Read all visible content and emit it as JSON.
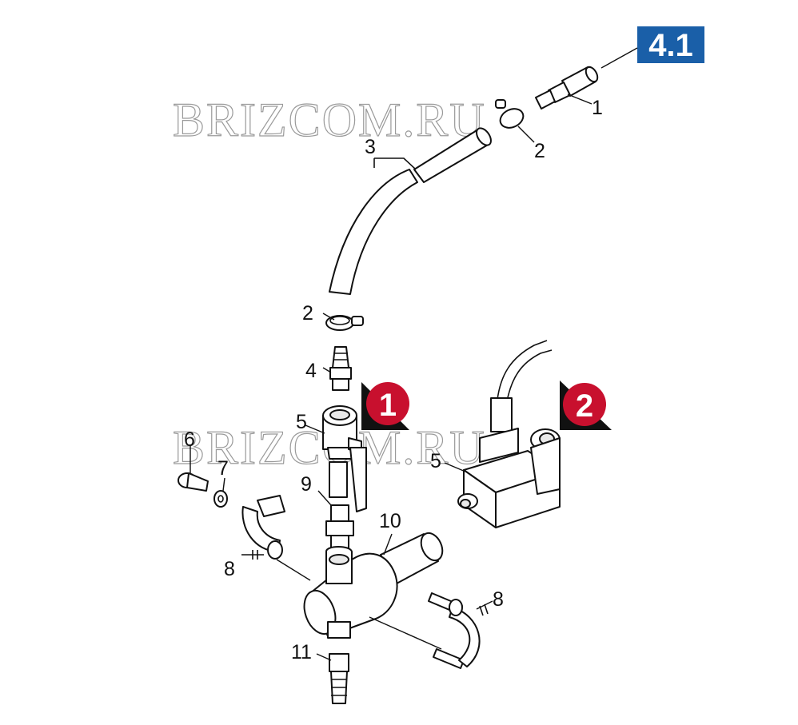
{
  "section_badge": {
    "label": "4.1",
    "color": "#1a5fa8"
  },
  "watermarks": [
    "BRIZCOM.RU",
    "BRIZCOM.RU"
  ],
  "variant_markers": [
    {
      "label": "1",
      "color": "#c8102e"
    },
    {
      "label": "2",
      "color": "#c8102e"
    }
  ],
  "callouts": [
    "1",
    "2",
    "3",
    "2",
    "4",
    "5",
    "5",
    "6",
    "7",
    "9",
    "10",
    "8",
    "8",
    "11"
  ]
}
